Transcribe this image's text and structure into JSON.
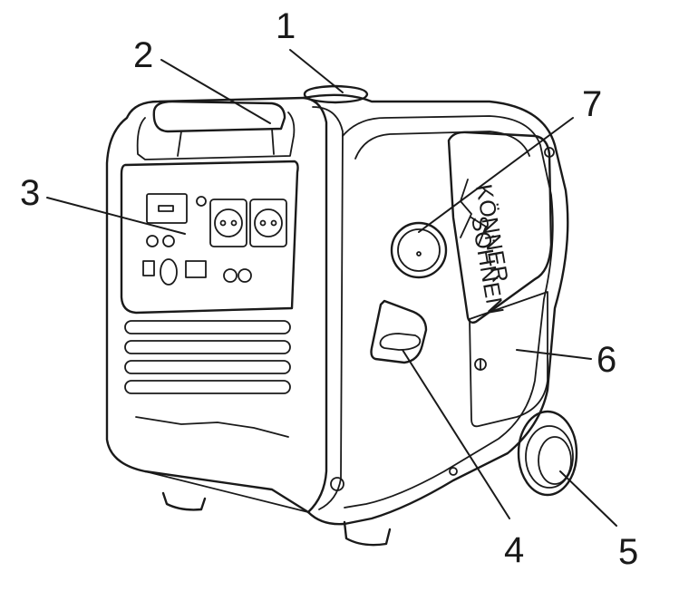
{
  "callouts": [
    "1",
    "2",
    "3",
    "4",
    "5",
    "6",
    "7"
  ],
  "brand": {
    "line1": "KÖNNER",
    "line2": "SÖHNEN"
  },
  "colors": {
    "stroke": "#1a1a1a",
    "background": "#ffffff"
  }
}
